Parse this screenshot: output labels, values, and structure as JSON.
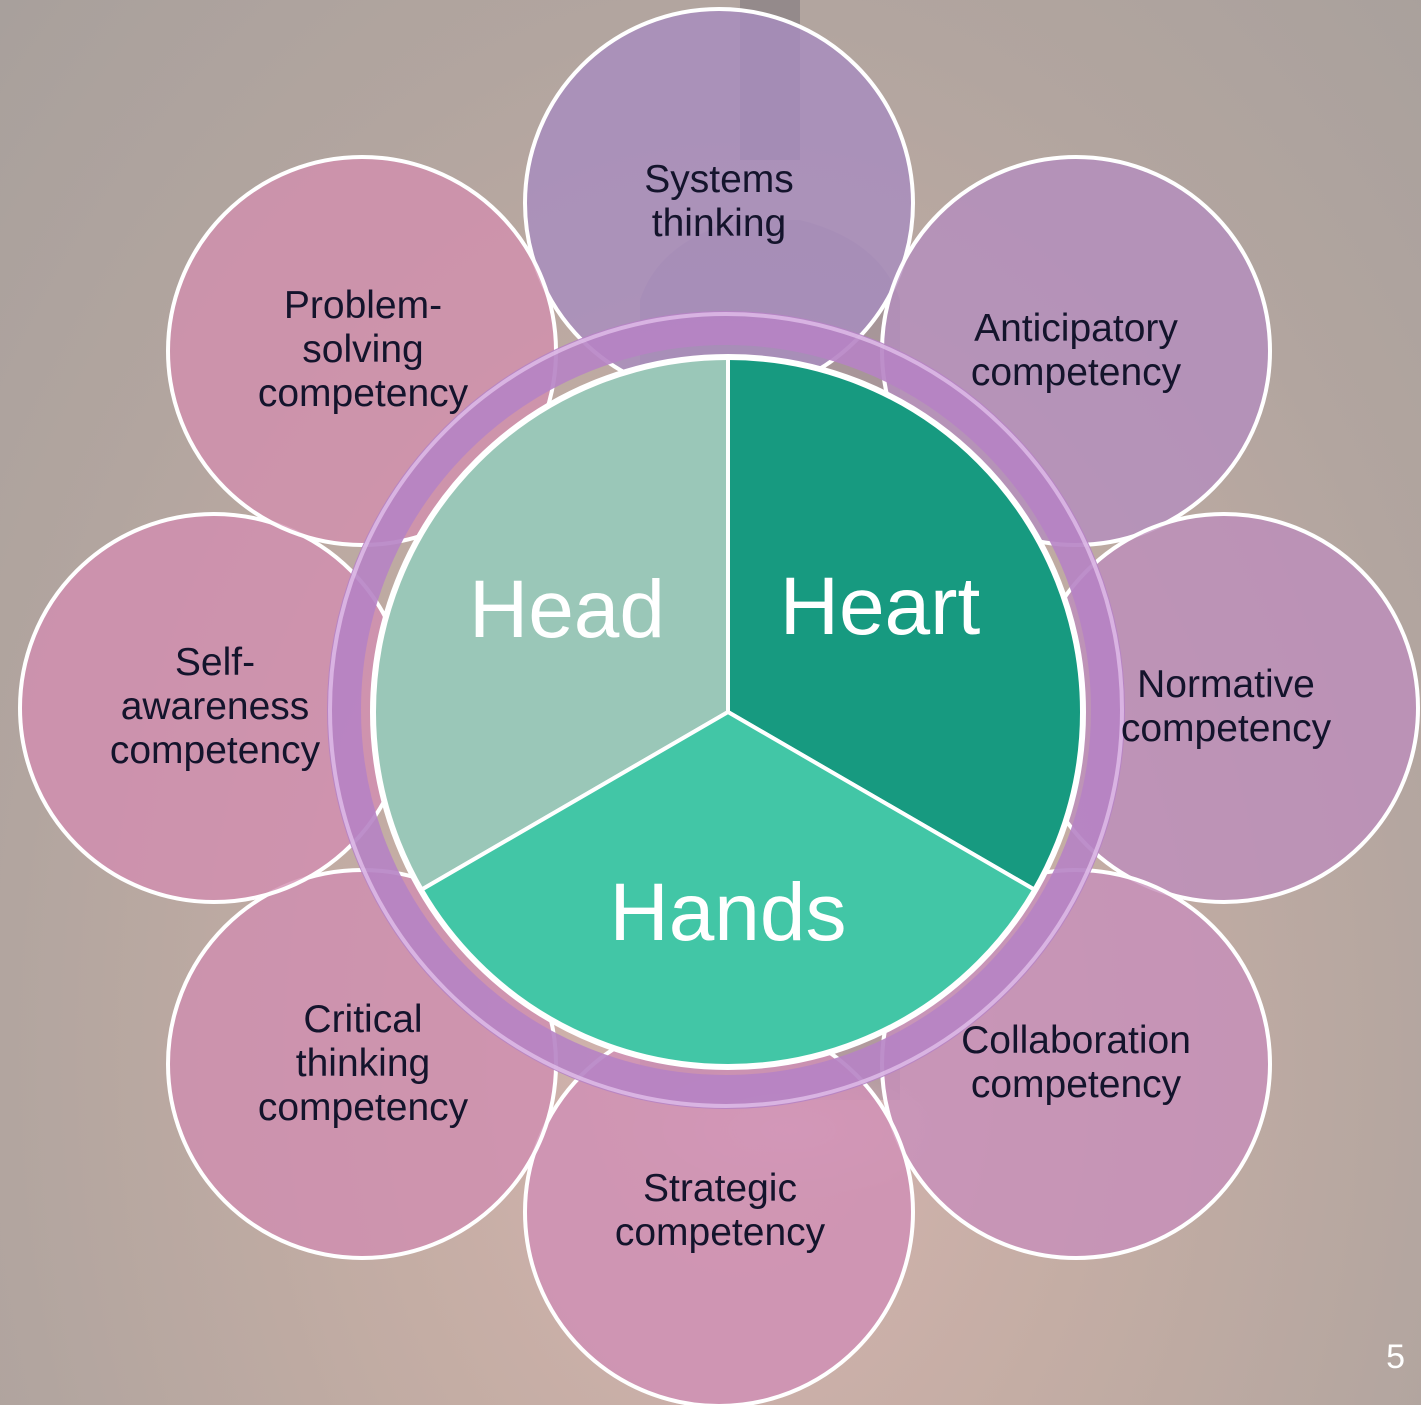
{
  "core": {
    "head": "Head",
    "heart": "Heart",
    "hands": "Hands"
  },
  "competencies": {
    "systems_thinking": "Systems thinking",
    "anticipatory": "Anticipatory competency",
    "normative": "Normative competency",
    "collaboration": "Collaboration competency",
    "strategic": "Strategic competency",
    "critical_thinking": "Critical thinking competency",
    "self_awareness": "Self-awareness competency",
    "problem_solving": "Problem-solving competency"
  },
  "slide_number": "5",
  "colors": {
    "head": "#9ac7b8",
    "heart": "#179a80",
    "hands": "#42c6a6",
    "circle_fill_top": "#a88cbf",
    "circle_fill_pink": "#d28db0",
    "ring": "#b683c4",
    "outline": "#ffffff",
    "label_text": "#14142c"
  }
}
